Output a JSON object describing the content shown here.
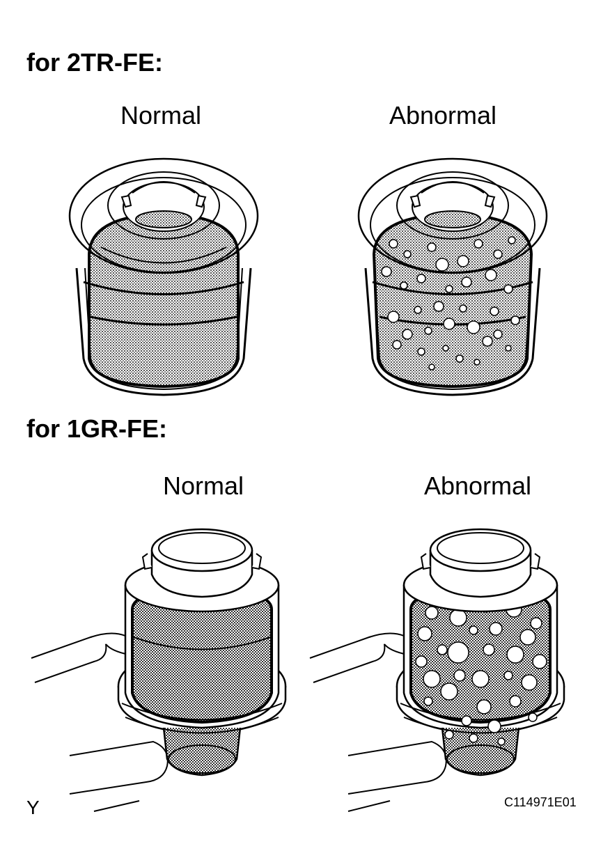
{
  "sections": [
    {
      "title": "for 2TR-FE:",
      "normal_label": "Normal",
      "abnormal_label": "Abnormal"
    },
    {
      "title": "for 1GR-FE:",
      "normal_label": "Normal",
      "abnormal_label": "Abnormal"
    }
  ],
  "corner_letter": "Y",
  "figure_code": "C114971E01"
}
